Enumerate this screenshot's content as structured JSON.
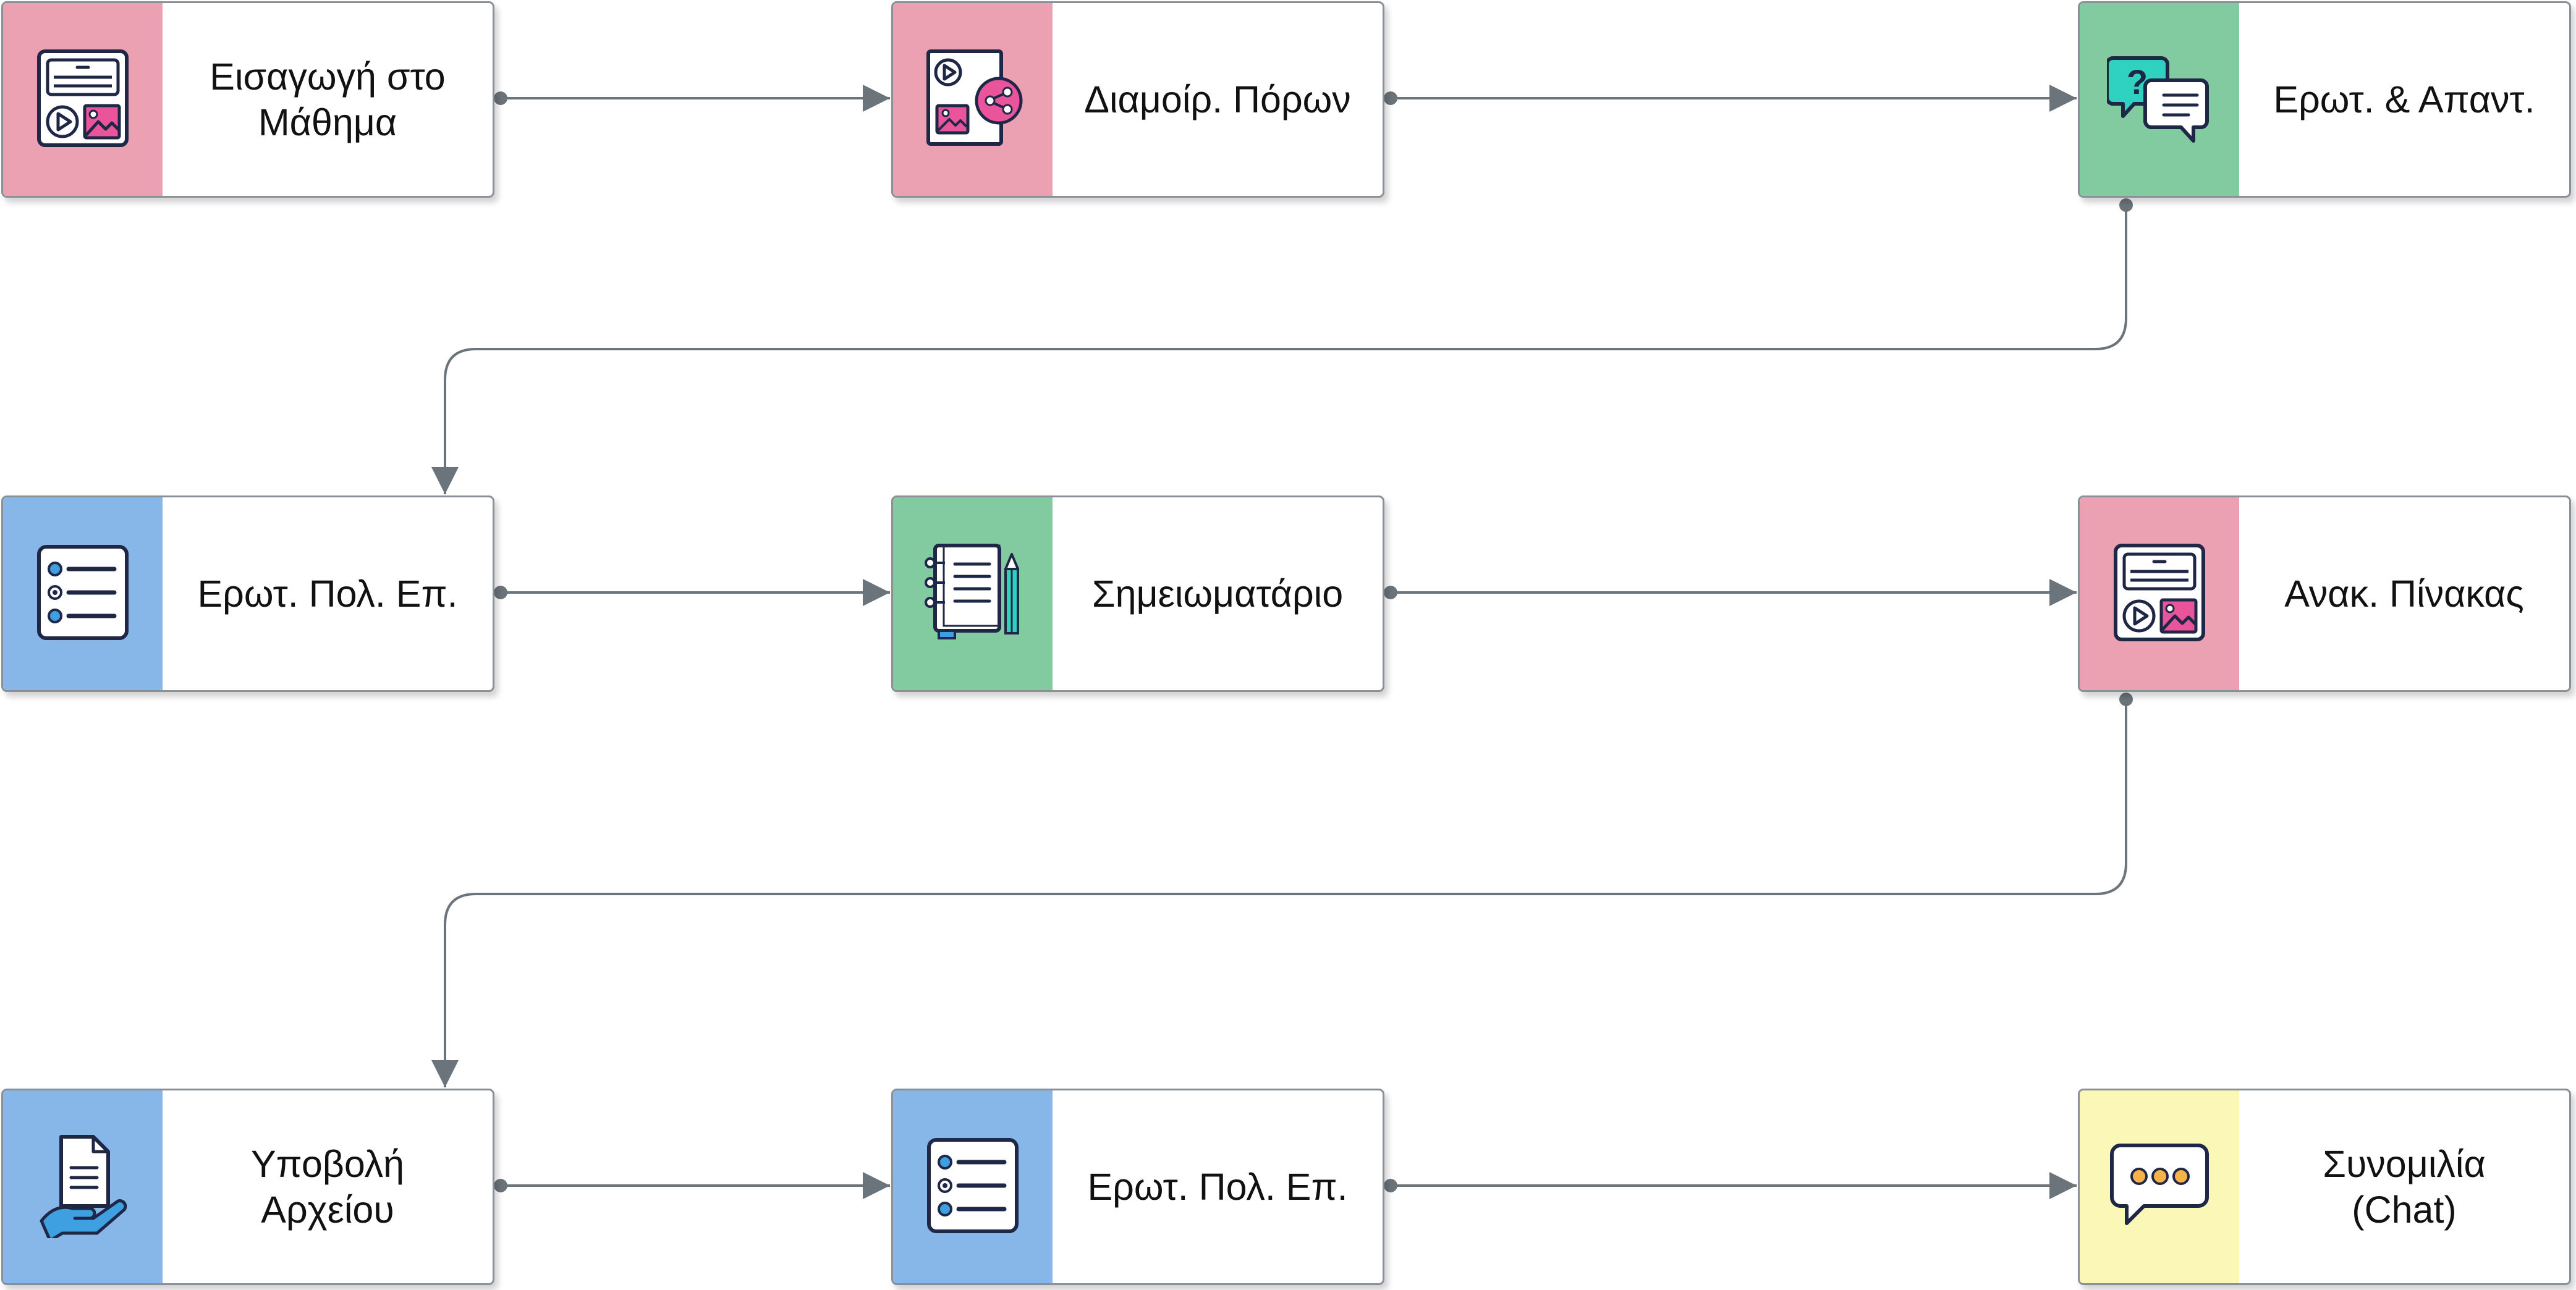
{
  "colors": {
    "pink": "#eca1b3",
    "green": "#82ca9f",
    "blue": "#86b7e8",
    "yellow": "#fbf8b7",
    "connector": "#6b737b",
    "icon_stroke": "#1f2747",
    "icon_pink": "#e9549a",
    "icon_teal": "#2fd2c0",
    "icon_blue": "#3ea0e0",
    "icon_orange": "#f7b347"
  },
  "nodes": [
    {
      "id": "n1",
      "label": "Εισαγωγή στο\nΜάθημα",
      "color": "pink",
      "icon": "media-presentation-icon"
    },
    {
      "id": "n2",
      "label": "Διαμοίρ. Πόρων",
      "color": "pink",
      "icon": "resource-sharing-icon"
    },
    {
      "id": "n3",
      "label": "Ερωτ. & Απαντ.",
      "color": "green",
      "icon": "qa-chat-bubbles-icon"
    },
    {
      "id": "n4",
      "label": "Ερωτ. Πολ. Επ.",
      "color": "blue",
      "icon": "multiple-choice-list-icon"
    },
    {
      "id": "n5",
      "label": "Σημειωματάριο",
      "color": "green",
      "icon": "notebook-pencil-icon"
    },
    {
      "id": "n6",
      "label": "Ανακ. Πίνακας",
      "color": "pink",
      "icon": "media-presentation-icon"
    },
    {
      "id": "n7",
      "label": "Υποβολή\nΑρχείου",
      "color": "blue",
      "icon": "file-upload-hand-icon"
    },
    {
      "id": "n8",
      "label": "Ερωτ. Πολ. Επ.",
      "color": "blue",
      "icon": "multiple-choice-list-icon"
    },
    {
      "id": "n9",
      "label": "Συνομιλία\n(Chat)",
      "color": "yellow",
      "icon": "chat-bubble-icon"
    }
  ],
  "edges": [
    {
      "from": "n1",
      "to": "n2"
    },
    {
      "from": "n2",
      "to": "n3"
    },
    {
      "from": "n3",
      "to": "n4"
    },
    {
      "from": "n4",
      "to": "n5"
    },
    {
      "from": "n5",
      "to": "n6"
    },
    {
      "from": "n6",
      "to": "n7"
    },
    {
      "from": "n7",
      "to": "n8"
    },
    {
      "from": "n8",
      "to": "n9"
    }
  ]
}
